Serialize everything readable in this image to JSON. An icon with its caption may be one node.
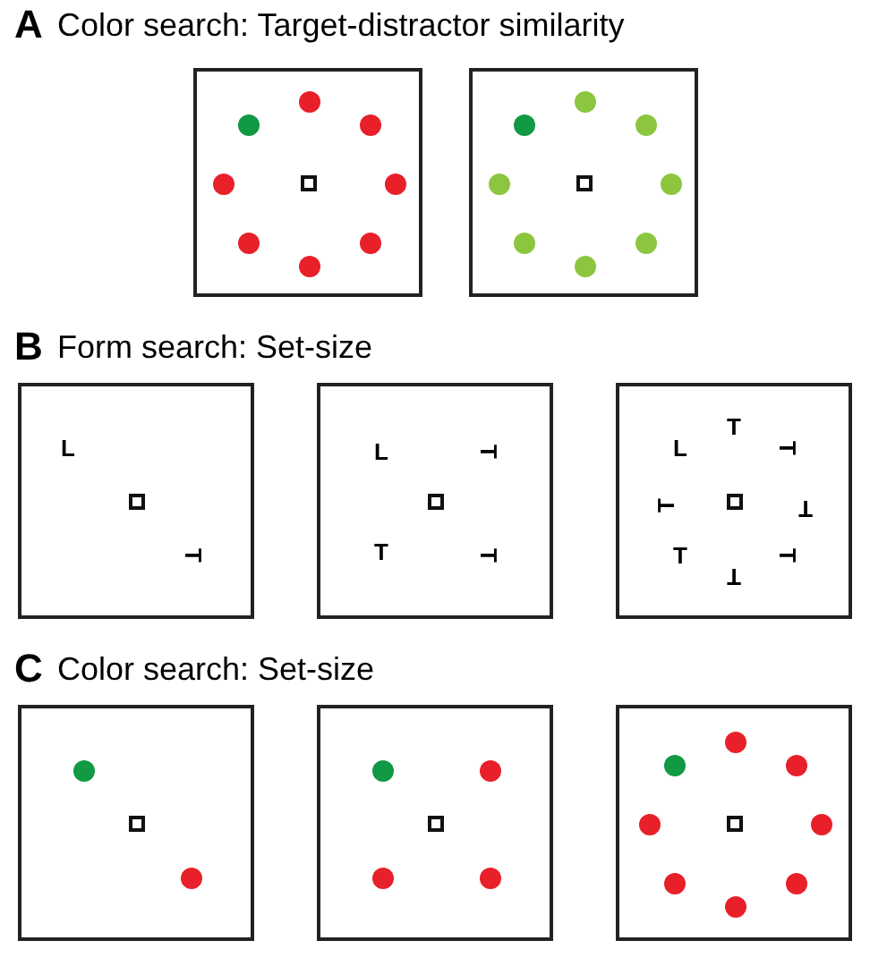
{
  "diagram": {
    "labels": [
      "A",
      "Color search: Target-distractor similarity",
      "B",
      "Form search: Set-size",
      "L",
      "T",
      "L",
      "T",
      "T",
      "T",
      "L",
      "T",
      "T",
      "T",
      "T",
      "T",
      "T",
      "T",
      "C",
      "Color search: Set-size"
    ]
  }
}
